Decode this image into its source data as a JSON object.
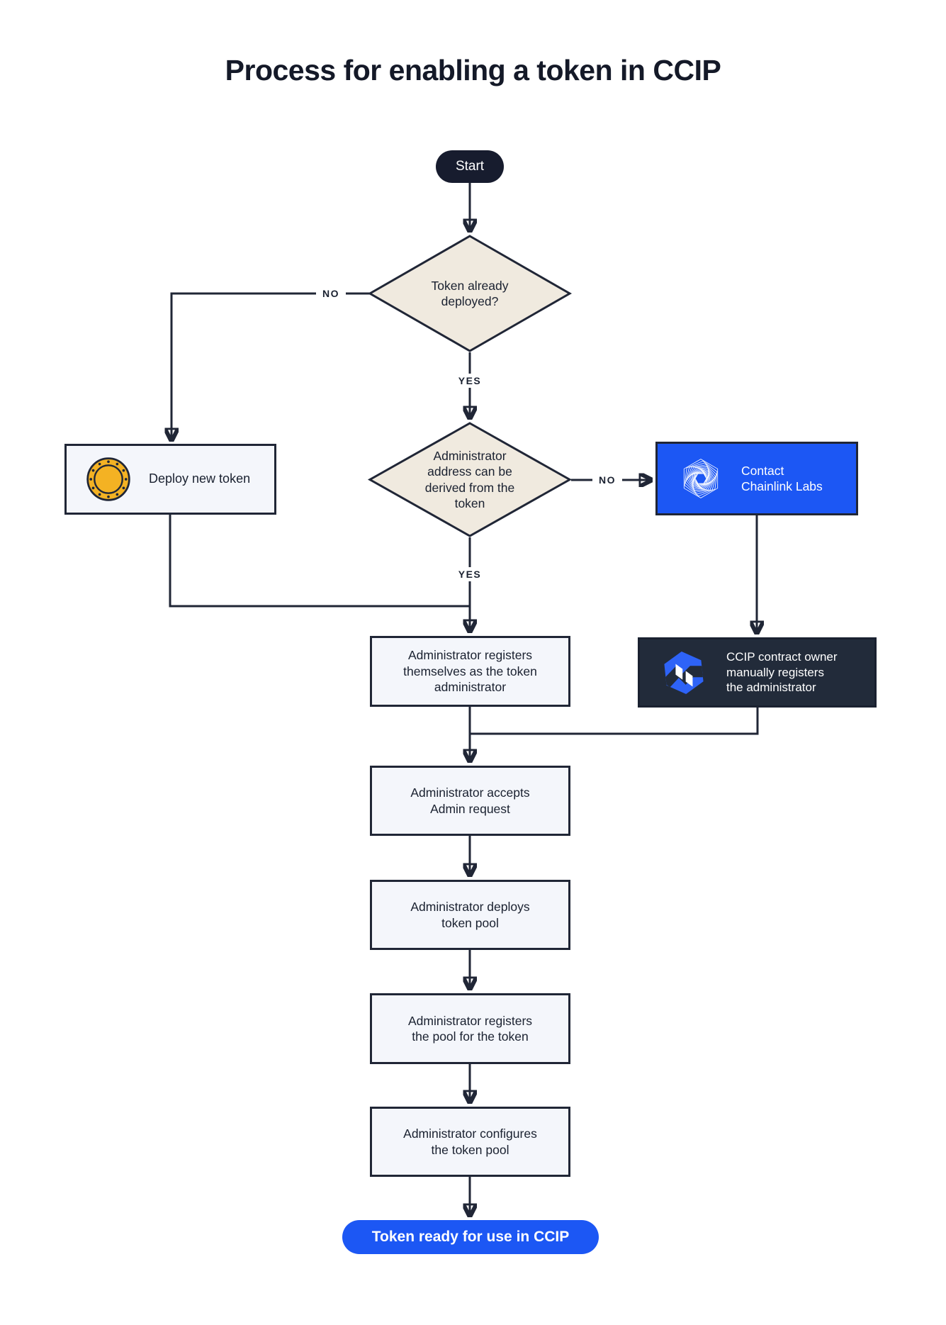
{
  "title": "Process for enabling a token in CCIP",
  "colors": {
    "ink": "#202636",
    "box_fill": "#F4F6FB",
    "diamond_fill": "#F0EADF",
    "accent_blue": "#1C57F4",
    "dark_box": "#222B3A",
    "coin_gold": "#F4B223",
    "white": "#FFFFFF"
  },
  "flow": {
    "start": {
      "label": "Start"
    },
    "decision_token_deployed": {
      "label": [
        "Token already",
        "deployed?"
      ]
    },
    "deploy_new_token": {
      "label": "Deploy new token",
      "icon": "coin-icon"
    },
    "decision_admin_address": {
      "label": [
        "Administrator",
        "address can be",
        "derived from the",
        "token"
      ]
    },
    "contact_chainlink": {
      "label": [
        "Contact",
        "Chainlink Labs"
      ],
      "icon": "chainlink-labs-icon"
    },
    "ccip_owner_registers": {
      "label": [
        "CCIP contract owner",
        "manually registers",
        "the administrator"
      ],
      "icon": "ccip-icon"
    },
    "admin_registers_self": {
      "label": [
        "Administrator registers",
        "themselves as the token",
        "administrator"
      ]
    },
    "admin_accepts": {
      "label": [
        "Administrator accepts",
        "Admin request"
      ]
    },
    "admin_deploys_pool": {
      "label": [
        "Administrator deploys",
        "token pool"
      ]
    },
    "admin_registers_pool": {
      "label": [
        "Administrator registers",
        "the pool for the token"
      ]
    },
    "admin_configures_pool": {
      "label": [
        "Administrator configures",
        "the token pool"
      ]
    },
    "end": {
      "label": "Token ready for use in CCIP"
    }
  },
  "edge_labels": {
    "no1": "NO",
    "yes1": "YES",
    "no2": "NO",
    "yes2": "YES"
  }
}
